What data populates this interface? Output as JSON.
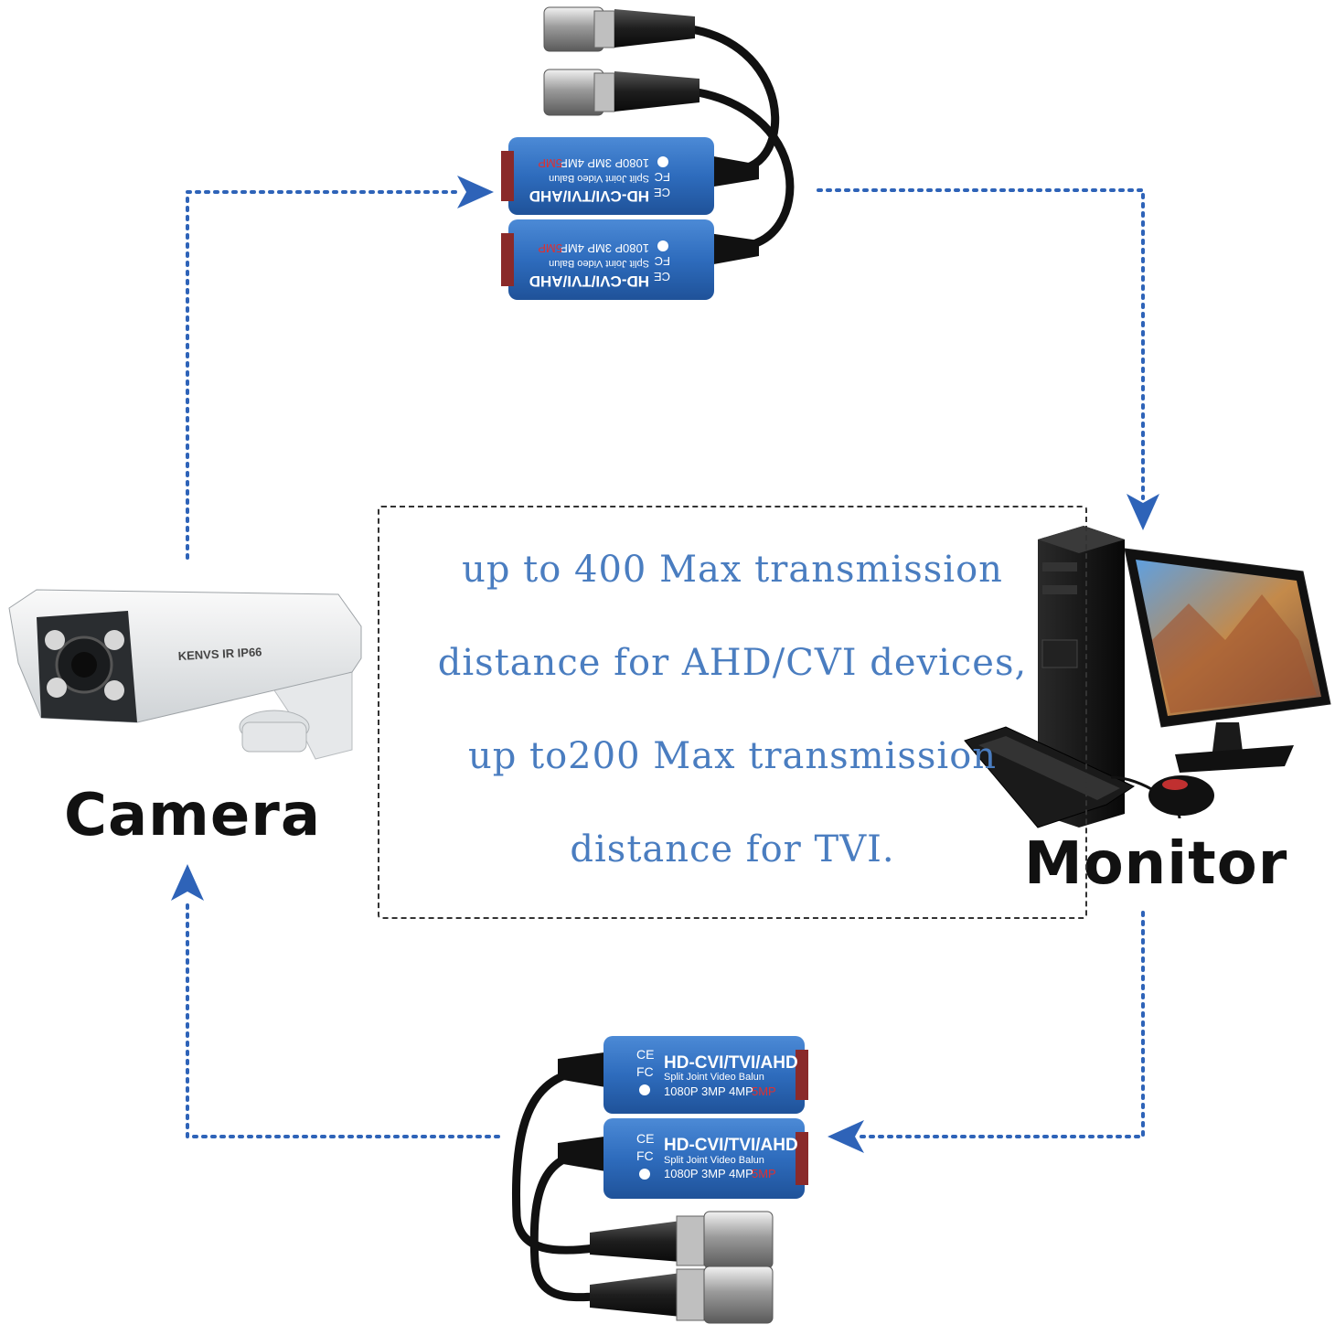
{
  "diagram": {
    "nodes": {
      "camera": {
        "label": "Camera",
        "housing_text": "KENVS IR IP66"
      },
      "monitor": {
        "label": "Monitor"
      }
    },
    "info": {
      "lines": [
        "up to 400 Max transmission",
        "distance for AHD/CVI devices,",
        "up to200 Max transmission",
        "distance for TVI."
      ]
    },
    "balun": {
      "model": "HD-CVI/TVI/AHD",
      "subtitle": "Split Joint Video Balun",
      "resolutions": "1080P 3MP 4MP",
      "highlight": "5MP",
      "cert_ce": "CE",
      "cert_fc": "FC"
    },
    "colors": {
      "arrow": "#2e63b8",
      "info_text": "#4a7dc0",
      "balun_body": "#2f6fbf",
      "highlight": "#e03030"
    },
    "edges": [
      {
        "from": "camera",
        "to": "balun-top"
      },
      {
        "from": "balun-top",
        "to": "monitor"
      },
      {
        "from": "monitor",
        "to": "balun-bottom"
      },
      {
        "from": "balun-bottom",
        "to": "camera"
      }
    ]
  }
}
